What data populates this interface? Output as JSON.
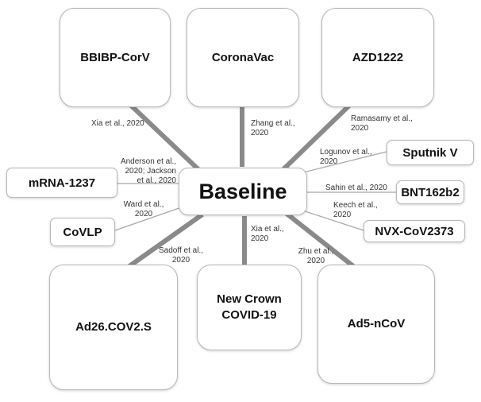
{
  "center": {
    "label": "Baseline"
  },
  "vaccines": {
    "bbibp": "BBIBP-CorV",
    "coronavac": "CoronaVac",
    "azd1222": "AZD1222",
    "sputnik": "Sputnik V",
    "mrna1237": "mRNA-1237",
    "bnt": "BNT162b2",
    "covlp": "CoVLP",
    "nvx": "NVX-CoV2373",
    "ad26": "Ad26.COV2.S",
    "newcrown": "New Crown COVID-19",
    "ad5": "Ad5-nCoV"
  },
  "citations": {
    "bbibp": "Xia et al., 2020",
    "coronavac": "Zhang et al., 2020",
    "azd1222": "Ramasamy et al., 2020",
    "sputnik": "Logunov et al., 2020",
    "mrna1237": "Anderson et al., 2020; Jackson et al., 2020",
    "bnt": "Sahin et al., 2020",
    "covlp": "Ward et al., 2020",
    "nvx": "Keech et al., 2020",
    "ad26": "Sadoff et al., 2020",
    "newcrown": "Xia et al., 2020",
    "ad5": "Zhu et al., 2020"
  },
  "colors": {
    "thick_edge": "#8a8a8a",
    "thin_edge": "#a8a8a8",
    "border": "#b8b8b8"
  }
}
